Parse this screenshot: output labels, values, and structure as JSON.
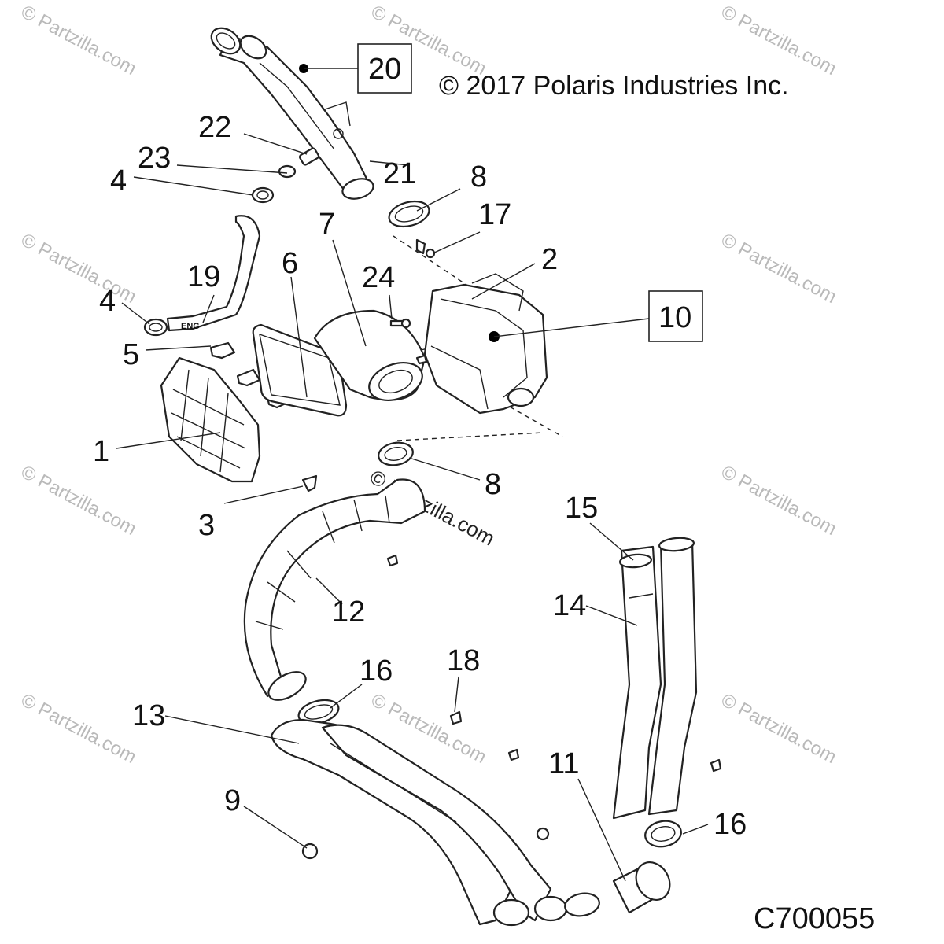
{
  "copyright": "© 2017 Polaris Industries Inc.",
  "diagram_code": "C700055",
  "watermark": "© Partzilla.com",
  "center_watermark": "© Partzilla.com",
  "hose_marking": "ENG",
  "callouts": {
    "c1": "1",
    "c2": "2",
    "c3": "3",
    "c4a": "4",
    "c4b": "4",
    "c5": "5",
    "c6": "6",
    "c7": "7",
    "c8a": "8",
    "c8b": "8",
    "c9": "9",
    "c10": "10",
    "c11": "11",
    "c12": "12",
    "c13": "13",
    "c14": "14",
    "c15": "15",
    "c16a": "16",
    "c16b": "16",
    "c17": "17",
    "c18": "18",
    "c19": "19",
    "c20": "20",
    "c21": "21",
    "c22": "22",
    "c23": "23",
    "c24": "24"
  }
}
